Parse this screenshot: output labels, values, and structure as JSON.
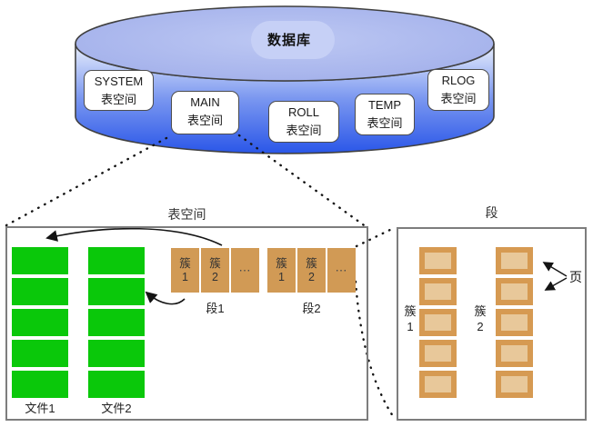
{
  "database": {
    "label": "数据库",
    "tablespaces": [
      {
        "name": "SYSTEM",
        "type": "表空间"
      },
      {
        "name": "MAIN",
        "type": "表空间"
      },
      {
        "name": "ROLL",
        "type": "表空间"
      },
      {
        "name": "TEMP",
        "type": "表空间"
      },
      {
        "name": "RLOG",
        "type": "表空间"
      }
    ]
  },
  "tablespace_panel": {
    "title": "表空间",
    "files": [
      {
        "label": "文件1",
        "block_count": 5
      },
      {
        "label": "文件2",
        "block_count": 5
      }
    ],
    "segments": [
      {
        "label": "段1",
        "extents": [
          {
            "line1": "簇",
            "line2": "1"
          },
          {
            "line1": "簇",
            "line2": "2"
          },
          {
            "dots": "⋯"
          }
        ]
      },
      {
        "label": "段2",
        "extents": [
          {
            "line1": "簇",
            "line2": "1"
          },
          {
            "line1": "簇",
            "line2": "2"
          },
          {
            "dots": "⋯"
          }
        ]
      }
    ]
  },
  "segment_panel": {
    "title": "段",
    "extents": [
      {
        "line1": "簇",
        "line2": "1",
        "page_count": 5
      },
      {
        "line1": "簇",
        "line2": "2",
        "page_count": 5
      }
    ],
    "page_label": "页"
  },
  "colors": {
    "cylinder_top": "#a7b3ec",
    "cylinder_highlight": "#c6d0f6",
    "cylinder_body_light": "#e9effc",
    "cylinder_body_dark": "#2a56e8",
    "file_block_green": "#0AC80A",
    "extent_tan": "#d19a55",
    "page_border_tan": "#d69a52",
    "page_inner_tan": "#e8c89a"
  }
}
